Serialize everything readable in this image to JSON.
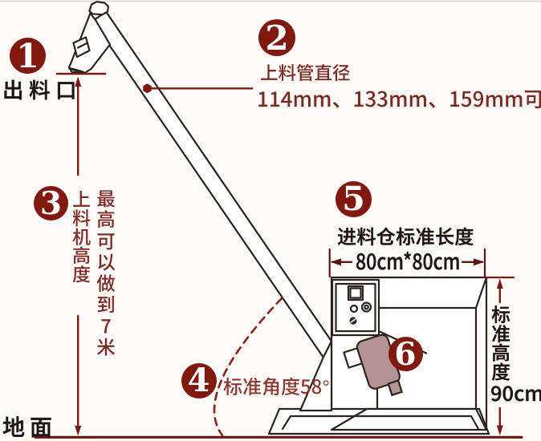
{
  "figure": "inclined screw conveyor feature diagram",
  "colors": {
    "bg": "#fdfafa",
    "ink": "#1e1713",
    "badge": "#801a10",
    "redtext": "#7b2a22",
    "redtext2": "#8c3a30",
    "dim": "#7c1a12",
    "dimdark": "#5c140f",
    "ground": "#6d1410",
    "outline": "#2a2320",
    "motor_fill": "#b59392"
  },
  "callouts": [
    {
      "num": "1",
      "label": "出料口"
    },
    {
      "num": "2",
      "label": "上料管直径",
      "value": "114mm、133mm、159mm可"
    },
    {
      "num": "3",
      "label": "上料机高度",
      "value": "最高可以做到7米"
    },
    {
      "num": "4",
      "label": "标准角度58°"
    },
    {
      "num": "5",
      "label": "进料仓标准长度",
      "value": "80cm*80cm"
    },
    {
      "num": "6",
      "label": ""
    }
  ],
  "right_dimension": {
    "label": "标准高度",
    "value": "90cm"
  },
  "ground_label": "地面"
}
